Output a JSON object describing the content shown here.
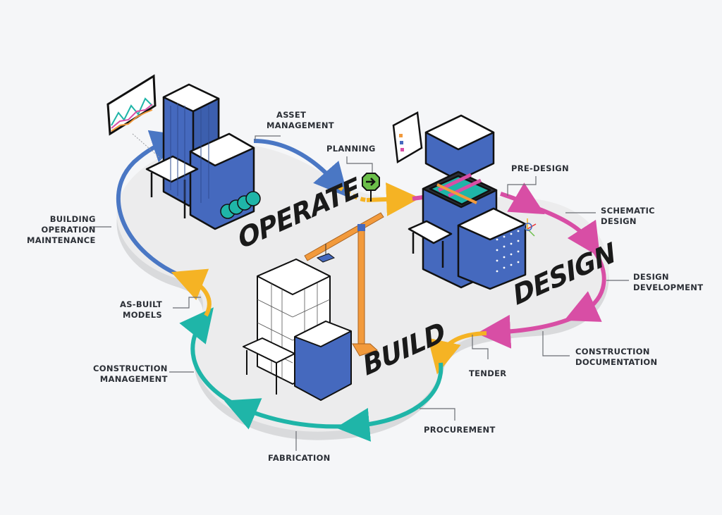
{
  "colors": {
    "background": "#f5f6f8",
    "operate_blue": "#4a77c4",
    "design_magenta": "#d84ea5",
    "build_teal": "#1fb5a8",
    "transition_yellow": "#f5b324",
    "crane_orange": "#f29a3c",
    "building_blue": "#4569be",
    "platform_gray": "#ebebeb",
    "shadow_gray": "#d9dadc",
    "sign_green": "#6bbf4a"
  },
  "phases": {
    "operate": "OPERATE",
    "design": "DESIGN",
    "build": "BUILD"
  },
  "labels": {
    "asset_management": [
      "ASSET",
      "MANAGEMENT"
    ],
    "planning": [
      "PLANNING"
    ],
    "pre_design": [
      "PRE-DESIGN"
    ],
    "schematic_design": [
      "SCHEMATIC",
      "DESIGN"
    ],
    "design_development": [
      "DESIGN",
      "DEVELOPMENT"
    ],
    "construction_documentation": [
      "CONSTRUCTION",
      "DOCUMENTATION"
    ],
    "tender": [
      "TENDER"
    ],
    "procurement": [
      "PROCUREMENT"
    ],
    "fabrication": [
      "FABRICATION"
    ],
    "construction_management": [
      "CONSTRUCTION",
      "MANAGEMENT"
    ],
    "as_built_models": [
      "AS-BUILT",
      "MODELS"
    ],
    "building_operation_maintenance": [
      "BUILDING",
      "OPERATION",
      "MAINTENANCE"
    ]
  },
  "icons": {
    "monitor": "analytics-monitor-icon",
    "document": "checklist-document-icon",
    "sign": "arrow-sign-icon",
    "axis_gizmo": "3d-axis-gizmo-icon",
    "crane": "tower-crane-icon"
  }
}
